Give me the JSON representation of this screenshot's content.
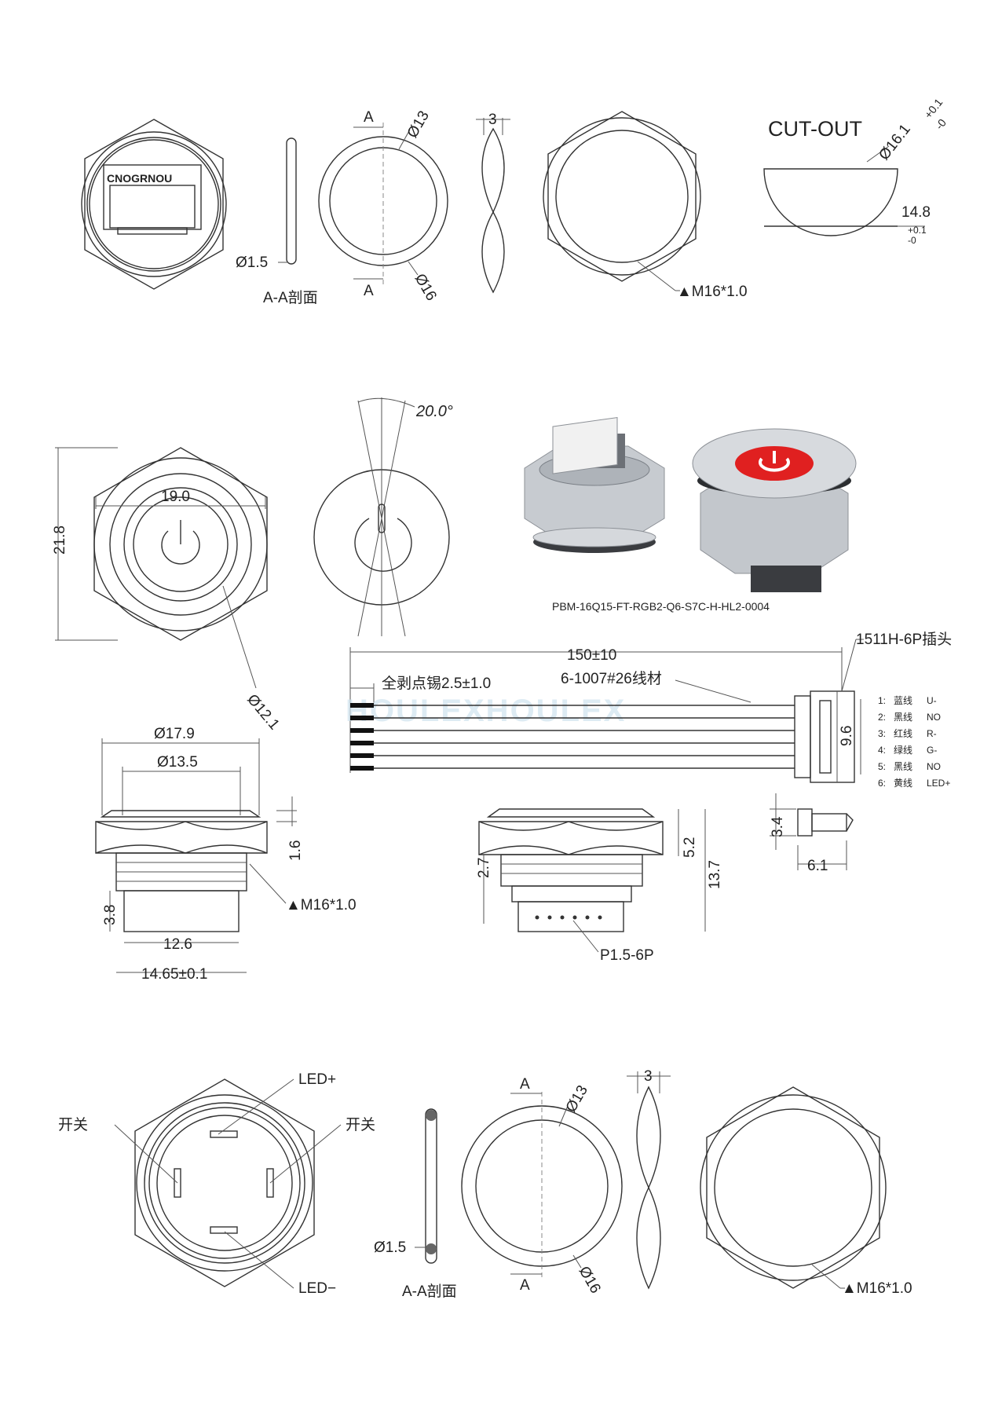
{
  "top_row": {
    "board_label": "CNOGRNOU",
    "oring_dia": "Ø1.5",
    "section_label": "A-A剖面",
    "section_mark": "A",
    "ring_inner": "Ø13",
    "ring_outer": "Ø16",
    "washer_thickness": "3",
    "nut_thread": "▲M16*1.0",
    "cutout_title": "CUT-OUT",
    "cutout_dia": "Ø16.1",
    "cutout_dia_tol_plus": "+0.1",
    "cutout_dia_tol_minus": "-0",
    "cutout_flat": "14.8",
    "cutout_flat_tol_plus": "+0.1",
    "cutout_flat_tol_minus": "-0"
  },
  "middle": {
    "angle": "20.0°",
    "width": "19.0",
    "height": "21.8",
    "cap_dia": "Ø12.1",
    "part_number": "PBM-16Q15-FT-RGB2-Q6-S7C-H-HL2-0004",
    "cable_length": "150±10",
    "connector": "1511H-6P插头",
    "strip": "全剥点锡2.5±1.0",
    "wire_spec": "6-1007#26线材",
    "pitch_span": "9.6",
    "watermark": "HOULEXHOULEX",
    "pins": [
      {
        "no": "1:",
        "color": "蓝线",
        "signal": "U-"
      },
      {
        "no": "2:",
        "color": "黑线",
        "signal": "NO"
      },
      {
        "no": "3:",
        "color": "红线",
        "signal": "R-"
      },
      {
        "no": "4:",
        "color": "绿线",
        "signal": "G-"
      },
      {
        "no": "5:",
        "color": "黑线",
        "signal": "NO"
      },
      {
        "no": "6:",
        "color": "黄线",
        "signal": "LED+"
      }
    ],
    "plug_h": "3.4",
    "plug_w": "6.1",
    "head_dia_outer": "Ø17.9",
    "head_dia_inner": "Ø13.5",
    "head_h": "1.6",
    "thread": "▲M16*1.0",
    "body_h": "3.8",
    "body_w": "12.6",
    "total_w": "14.65±0.1",
    "side_dim_27": "2.7",
    "side_dim_52": "5.2",
    "side_dim_137": "13.7",
    "socket": "P1.5-6P"
  },
  "bottom_row": {
    "led_plus": "LED+",
    "led_minus": "LED−",
    "switch_left": "开关",
    "switch_right": "开关",
    "oring_dia": "Ø1.5",
    "section_label": "A-A剖面",
    "section_mark": "A",
    "ring_inner": "Ø13",
    "ring_outer": "Ø16",
    "washer_thickness": "3",
    "nut_thread": "▲M16*1.0"
  },
  "colors": {
    "line": "#333333",
    "led_ring": "#e02020",
    "metal": "#b8bcc2",
    "watermark": "#cfe3ef"
  }
}
